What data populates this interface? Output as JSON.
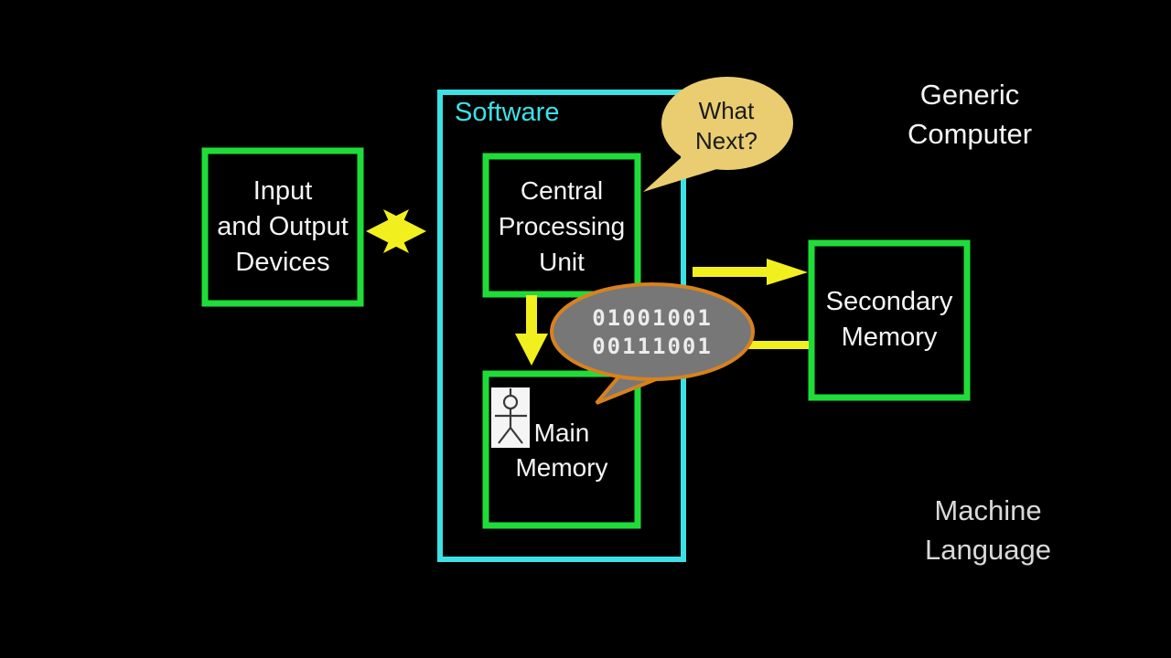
{
  "title": "Generic Computer block diagram",
  "colors": {
    "background": "#000000",
    "box_green": "#1fdd38",
    "software_cyan": "#3ce1e6",
    "arrow_yellow": "#f2ef1f",
    "bubble_tan": "#e9cd70",
    "bubble_gray": "#777777",
    "bubble_orange": "#d8821e",
    "text_white": "#f5f5f5"
  },
  "boxes": {
    "io": {
      "lines": [
        "Input",
        "and Output",
        "Devices"
      ]
    },
    "software": {
      "label": "Software"
    },
    "cpu": {
      "lines": [
        "Central",
        "Processing",
        "Unit"
      ]
    },
    "main_memory": {
      "lines": [
        "Main",
        "Memory"
      ]
    },
    "secondary_memory": {
      "lines": [
        "Secondary",
        "Memory"
      ]
    }
  },
  "bubbles": {
    "what_next": {
      "lines": [
        "What",
        "Next?"
      ]
    },
    "binary": {
      "lines": [
        "01001001",
        "00111001"
      ]
    }
  },
  "captions": {
    "generic_computer": {
      "lines": [
        "Generic",
        "Computer"
      ]
    },
    "machine_language": {
      "lines": [
        "Machine",
        "Language"
      ]
    }
  },
  "icons": {
    "person": "stick-figure-person"
  }
}
